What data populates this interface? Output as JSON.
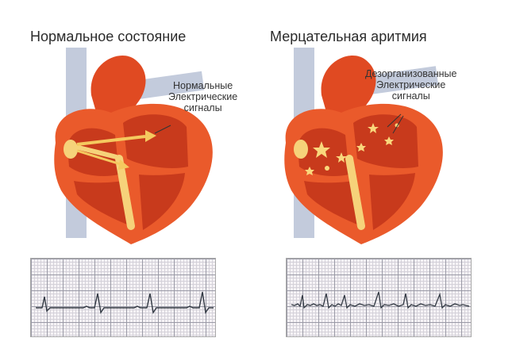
{
  "left_panel": {
    "title": "Нормальное состояние",
    "callout": [
      "Нормальные",
      "Электрические",
      "сигналы"
    ]
  },
  "right_panel": {
    "title": "Мерцательная аритмия",
    "callout": [
      "Дезорганизованные",
      "Электрические",
      "сигналы"
    ]
  },
  "colors": {
    "heart_red": "#e8451e",
    "chamber_red": "#c8321a",
    "vessel_blue": "#b9c3d6",
    "signal_yellow": "#f6d27a",
    "ecg_trace": "#333a44"
  }
}
